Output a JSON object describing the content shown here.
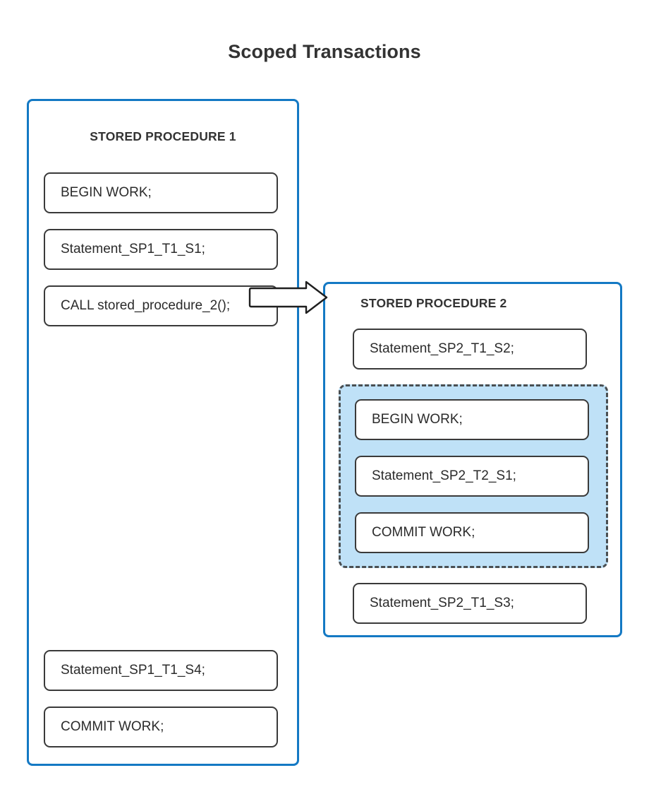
{
  "title": "Scoped Transactions",
  "colors": {
    "container_border": "#1479c4",
    "statement_border": "#3a3a3a",
    "scope_fill": "#bfe1f7",
    "scope_border": "#4a4f52",
    "text": "#2b2b2b",
    "title_text": "#333333",
    "background": "#ffffff"
  },
  "procedures": [
    {
      "id": "stored-procedure-1",
      "header": "STORED PROCEDURE 1",
      "statements": [
        "BEGIN WORK;",
        "Statement_SP1_T1_S1;",
        "CALL stored_procedure_2();",
        "Statement_SP1_T1_S4;",
        "COMMIT WORK;"
      ]
    },
    {
      "id": "stored-procedure-2",
      "header": "STORED PROCEDURE 2",
      "statement_top": "Statement_SP2_T1_S2;",
      "statement_bottom": "Statement_SP2_T1_S3;",
      "scoped_transaction": {
        "statements": [
          "BEGIN WORK;",
          "Statement_SP2_T2_S1;",
          "COMMIT WORK;"
        ]
      }
    }
  ],
  "connector": {
    "icon": "block-arrow-right-icon",
    "from": "CALL stored_procedure_2();",
    "to": "STORED PROCEDURE 2"
  }
}
